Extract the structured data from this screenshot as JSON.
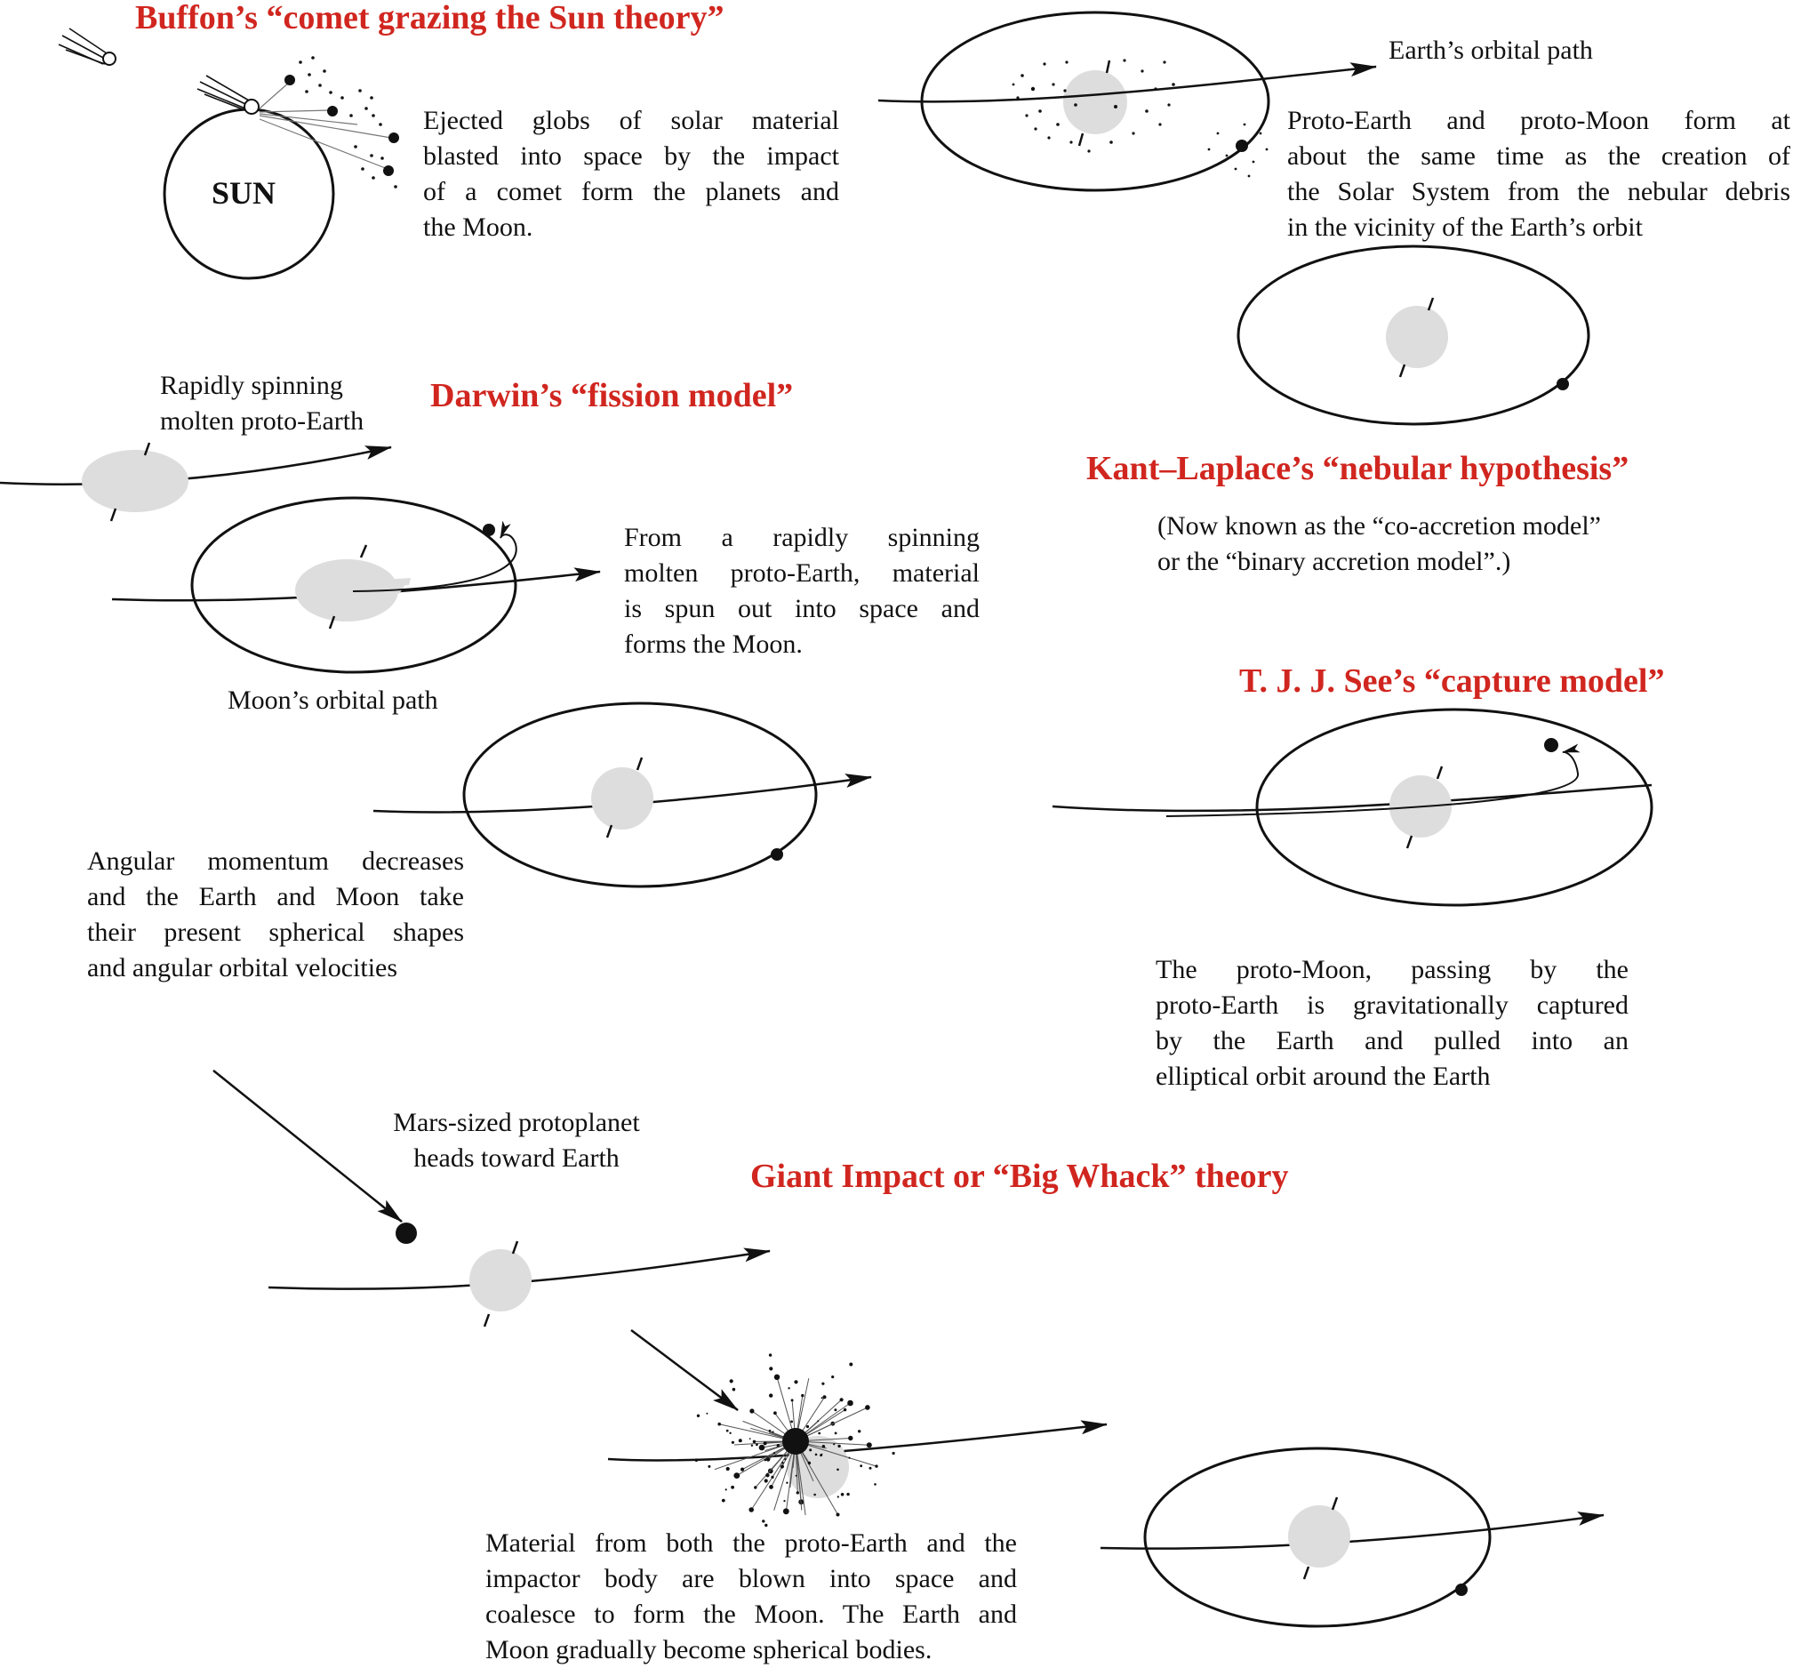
{
  "buffon": {
    "title": "Buffon’s  “comet grazing the Sun theory”",
    "sun_label": "SUN",
    "l1": "Ejected globs of solar material",
    "l2": "blasted into space by the impact",
    "l3": "of a comet form the planets and",
    "l4": "the Moon."
  },
  "kant": {
    "orbital_path_label": "Earth’s orbital path",
    "l1": "Proto-Earth and proto-Moon form at",
    "l2": "about the same time as the creation of",
    "l3": "the Solar System from the nebular debris",
    "l4": "in the vicinity of the Earth’s orbit",
    "title": "Kant–Laplace’s “nebular hypothesis”",
    "note1": "(Now known as the “co-accretion model”",
    "note2": "or the “binary accretion model”.)"
  },
  "darwin": {
    "title": "Darwin’s “fission model”",
    "spin1": "Rapidly spinning",
    "spin2": "molten proto-Earth",
    "l1": "From a rapidly spinning",
    "l2": "molten proto-Earth, material",
    "l3": "is spun out into space and",
    "l4": "forms the Moon.",
    "moon_orbit_label": "Moon’s orbital path",
    "m1": "Angular momentum decreases",
    "m2": "and the Earth and Moon take",
    "m3": "their present spherical shapes",
    "m4": "and angular orbital velocities"
  },
  "see": {
    "title": "T. J. J. See’s “capture model”",
    "l1": "The proto-Moon, passing by the",
    "l2": "proto-Earth is gravitationally captured",
    "l3": "by the Earth and pulled into an",
    "l4": "elliptical orbit around the Earth"
  },
  "impact": {
    "mars1": "Mars-sized protoplanet",
    "mars2": "heads toward Earth",
    "title": "Giant Impact or “Big Whack” theory",
    "l1": "Material from both the proto-Earth and the",
    "l2": "impactor body are blown into space and",
    "l3": "coalesce to form the Moon. The Earth and",
    "l4": "Moon gradually become spherical bodies."
  },
  "colors": {
    "title": "#d0261f",
    "planet": "#dddddd",
    "ink": "#111111"
  }
}
